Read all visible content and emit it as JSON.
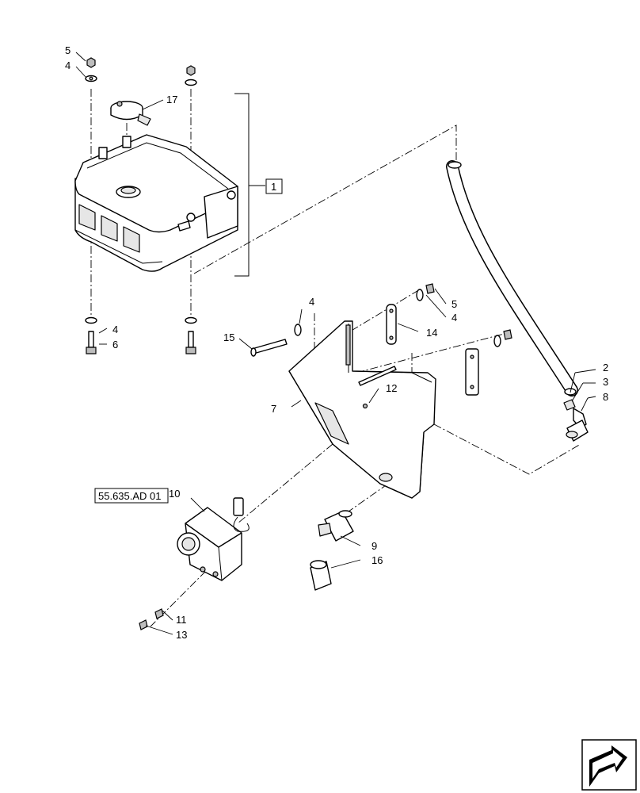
{
  "callouts": {
    "c1": "1",
    "c2": "2",
    "c3": "3",
    "c4a": "4",
    "c4b": "4",
    "c4c": "4",
    "c4d": "4",
    "c5a": "5",
    "c5b": "5",
    "c6": "6",
    "c7": "7",
    "c8": "8",
    "c9": "9",
    "c10": "10",
    "c11": "11",
    "c12": "12",
    "c13": "13",
    "c14": "14",
    "c15": "15",
    "c16": "16",
    "c17": "17"
  },
  "reference": {
    "label": "55.635.AD 01"
  },
  "icons": {
    "nav": "next-page-arrow-icon"
  }
}
